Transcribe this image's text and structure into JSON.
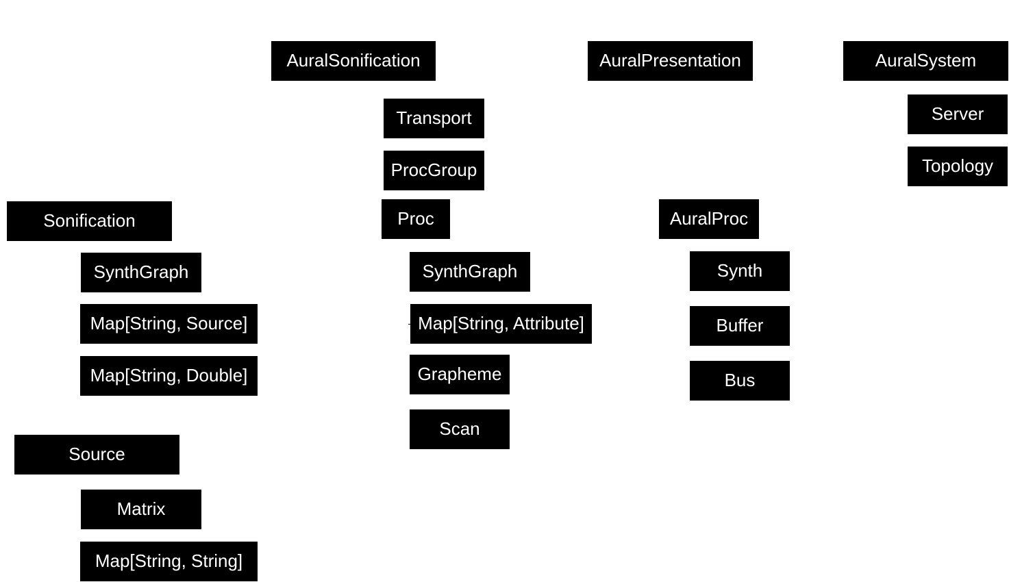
{
  "diagram": {
    "nodes": {
      "aural_sonification": "AuralSonification",
      "aural_presentation": "AuralPresentation",
      "aural_system": "AuralSystem",
      "transport": "Transport",
      "procgroup": "ProcGroup",
      "proc": "Proc",
      "proc_synthgraph": "SynthGraph",
      "map_attribute": "Map[String, Attribute]",
      "grapheme": "Grapheme",
      "scan": "Scan",
      "server": "Server",
      "topology": "Topology",
      "auralproc": "AuralProc",
      "synth": "Synth",
      "buffer": "Buffer",
      "bus": "Bus",
      "sonification": "Sonification",
      "son_synthgraph": "SynthGraph",
      "map_source": "Map[String, Source]",
      "map_double": "Map[String, Double]",
      "source": "Source",
      "matrix": "Matrix",
      "map_string": "Map[String, String]"
    },
    "colors": {
      "node_fill": "#000000",
      "node_text": "#ffffff",
      "background": "#ffffff"
    }
  }
}
